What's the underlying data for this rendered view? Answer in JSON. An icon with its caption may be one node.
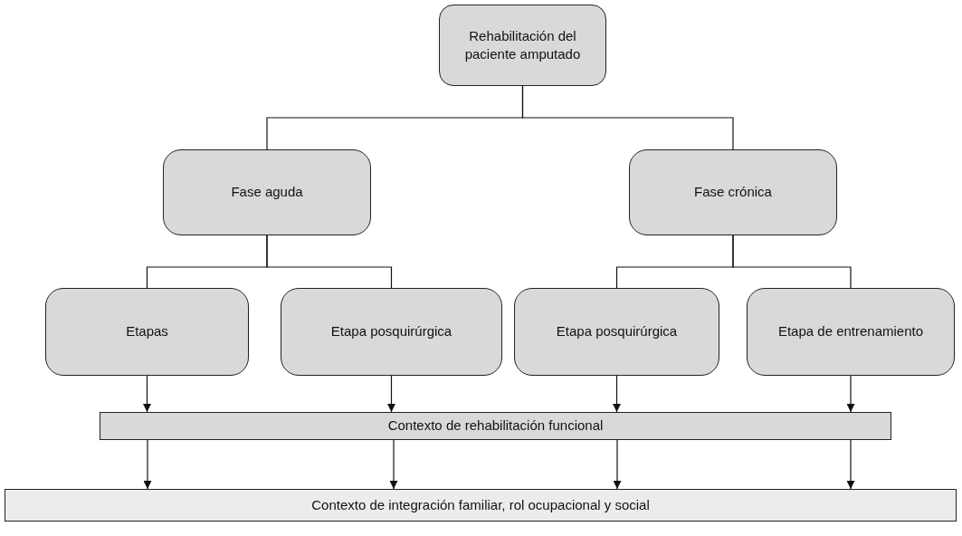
{
  "diagram": {
    "nodes": [
      {
        "text": [
          "Rehabilitación del paciente amputado"
        ]
      },
      {
        "text": [
          "Fase aguda"
        ]
      },
      {
        "text": [
          "Fase crónica"
        ]
      },
      {
        "text": [
          "Etapas"
        ]
      },
      {
        "text": [
          "Etapa posquirúrgica"
        ]
      },
      {
        "text": [
          "Etapa posquirúrgica"
        ]
      },
      {
        "text": [
          "Etapa de entrenamiento"
        ]
      },
      {
        "text": [
          "Contexto de rehabilitación funcional"
        ]
      },
      {
        "text": [
          "Contexto de integración familiar, rol ocupacional y social"
        ]
      }
    ],
    "edges": [
      {
        "from": 0,
        "to": 1,
        "arrow": "none"
      },
      {
        "from": 0,
        "to": 2,
        "arrow": "none"
      },
      {
        "from": 1,
        "to": 3,
        "arrow": "none"
      },
      {
        "from": 1,
        "to": 4,
        "arrow": "none"
      },
      {
        "from": 2,
        "to": 5,
        "arrow": "none"
      },
      {
        "from": 2,
        "to": 6,
        "arrow": "none"
      },
      {
        "from": 3,
        "to": 7,
        "arrow": "to"
      },
      {
        "from": 4,
        "to": 7,
        "arrow": "to"
      },
      {
        "from": 5,
        "to": 7,
        "arrow": "to"
      },
      {
        "from": 6,
        "to": 7,
        "arrow": "to"
      },
      {
        "from": 7,
        "to": 8,
        "arrow": "to"
      },
      {
        "from": 7,
        "to": 8,
        "arrow": "to"
      },
      {
        "from": 7,
        "to": 8,
        "arrow": "to"
      },
      {
        "from": 7,
        "to": 8,
        "arrow": "to"
      }
    ]
  }
}
